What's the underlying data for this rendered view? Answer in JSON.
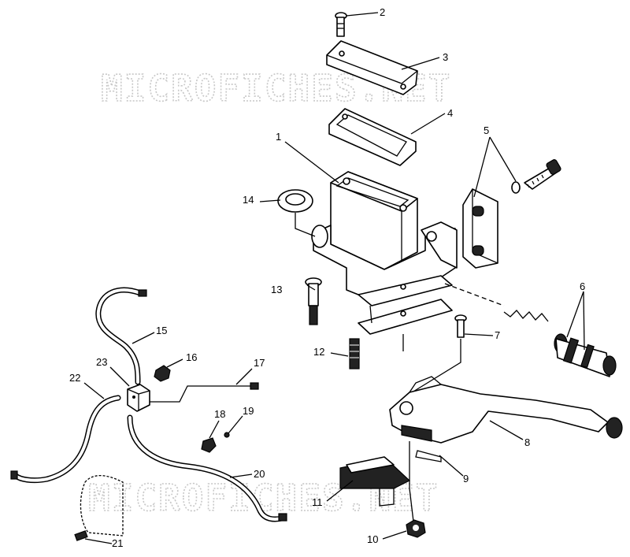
{
  "watermark": {
    "text_top": "MICROFICHES.NET",
    "text_bottom": "MICROFICHES.NET"
  },
  "callouts": {
    "c1": "1",
    "c2": "2",
    "c3": "3",
    "c4": "4",
    "c5": "5",
    "c6": "6",
    "c7": "7",
    "c8": "8",
    "c9": "9",
    "c10": "10",
    "c11": "11",
    "c12": "12",
    "c13": "13",
    "c14": "14",
    "c15": "15",
    "c16": "16",
    "c17": "17",
    "c18": "18",
    "c19": "19",
    "c20": "20",
    "c21": "21",
    "c22": "22",
    "c23": "23"
  }
}
